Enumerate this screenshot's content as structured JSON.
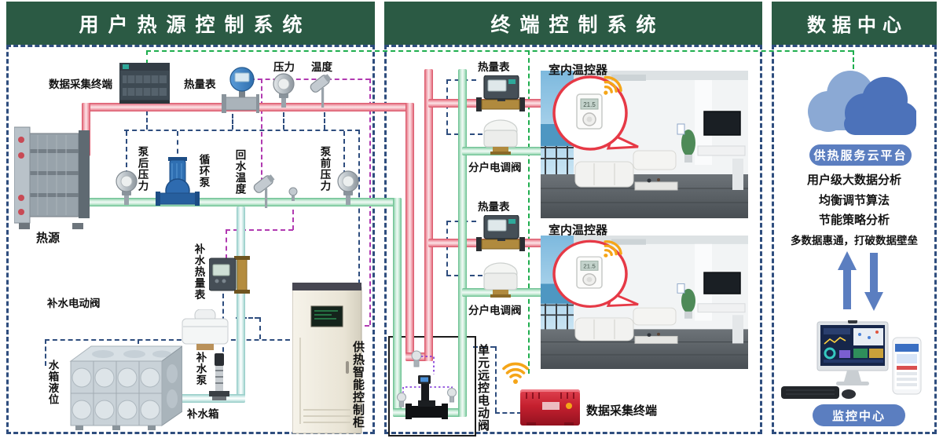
{
  "titles": {
    "left": "用户热源控制系统",
    "middle": "终端控制系统",
    "right": "数据中心"
  },
  "left": {
    "data_terminal": "数据采集终端",
    "heat_meter": "热量表",
    "pressure": "压力",
    "temperature": "温度",
    "pump_outlet_pressure": "泵后压力",
    "circulation_pump": "循环泵",
    "return_water_temp": "回水温度",
    "pump_inlet_pressure": "泵前压力",
    "heat_source": "热源",
    "makeup_heat_meter": "补水热量表",
    "makeup_valve": "补水电动阀",
    "tank_level": "水箱液位",
    "makeup_pump": "补水泵",
    "makeup_tank": "补水箱",
    "control_cabinet": "供热智能控制柜"
  },
  "middle": {
    "heat_meter": "热量表",
    "indoor_thermostat": "室内温控器",
    "household_valve": "分户电调阀",
    "unit_remote_valve": "单元远控电动阀",
    "data_terminal": "数据采集终端"
  },
  "right": {
    "cloud_platform": "供热服务云平台",
    "features": [
      "用户级大数据分析",
      "均衡调节算法",
      "节能策略分析",
      "多数据惠通，打破数据壁垒"
    ],
    "monitoring_center": "监控中心"
  },
  "colors": {
    "title_bar_green": "#2b5a44",
    "supply_pipe_red": "#d94f63",
    "return_pipe_green": "#63bd8b",
    "makeup_pipe_teal": "#8ec9c4",
    "signal_navy": "#2e4d7e",
    "signal_green": "#1fae4e",
    "signal_magenta": "#b13ab1",
    "wireless_orange": "#f5a518",
    "cloud_blue": "#4c72ba",
    "badge_blue": "#5b7ec0",
    "terminal_red": "#c5202f"
  }
}
